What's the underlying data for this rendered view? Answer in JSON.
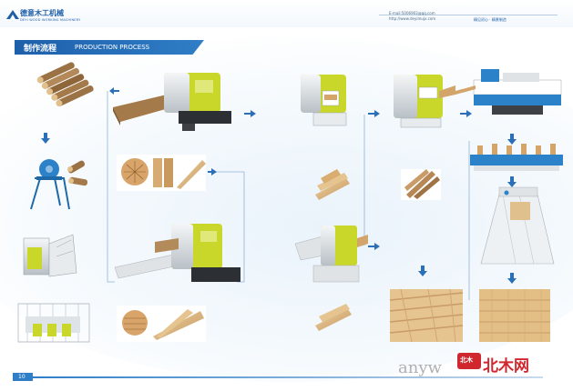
{
  "header": {
    "brand_cn": "德意木工机械",
    "brand_en": "DEYI WOOD WORKING MACHINERY",
    "email": "E-mail:5006903@qq.com",
    "website": "http://www.deyimujx.com",
    "slogan": "精见初心 · 精景制造"
  },
  "section": {
    "title_cn": "制作流程",
    "title_en": "PRODUCTION PROCESS"
  },
  "watermark": {
    "text": "anyw",
    "logo_text": "北木",
    "cn": "北木网"
  },
  "footer": {
    "page_number": "10"
  },
  "colors": {
    "brand_blue": "#1f5fa8",
    "machine_yellow": "#c9d62a",
    "machine_grey": "#d9dde1",
    "wood": "#d9b27c",
    "arrow_blue": "#2a6fb8"
  }
}
